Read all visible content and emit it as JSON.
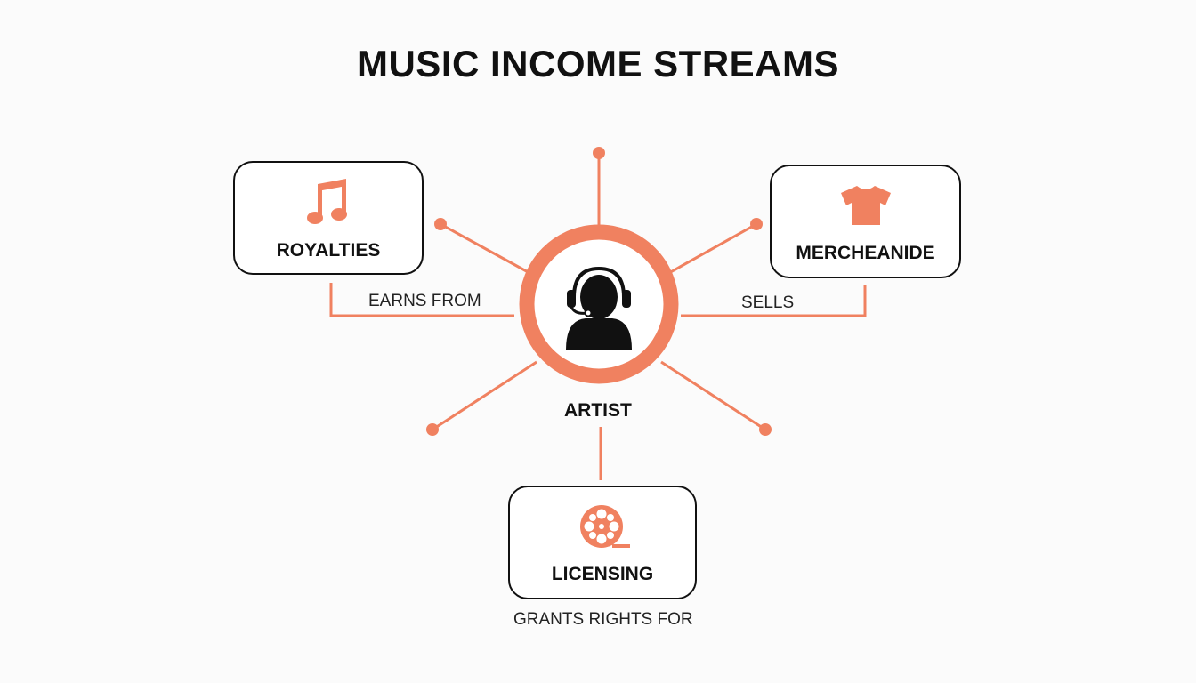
{
  "title": "MUSIC INCOME STREAMS",
  "center": {
    "label": "ARTIST",
    "icon": "headset-person-icon"
  },
  "nodes": {
    "royalties": {
      "label": "ROYALTIES",
      "icon": "music-note-icon",
      "edge_label": "EARNS FROM"
    },
    "merchandise": {
      "label": "MERCHEANIDE",
      "icon": "tshirt-icon",
      "edge_label": "SELLS"
    },
    "licensing": {
      "label": "LICENSING",
      "icon": "film-reel-icon",
      "edge_label": "GRANTS RIGHTS FOR"
    }
  },
  "colors": {
    "accent": "#f08160",
    "text": "#111111",
    "background": "#fbfbfb"
  }
}
